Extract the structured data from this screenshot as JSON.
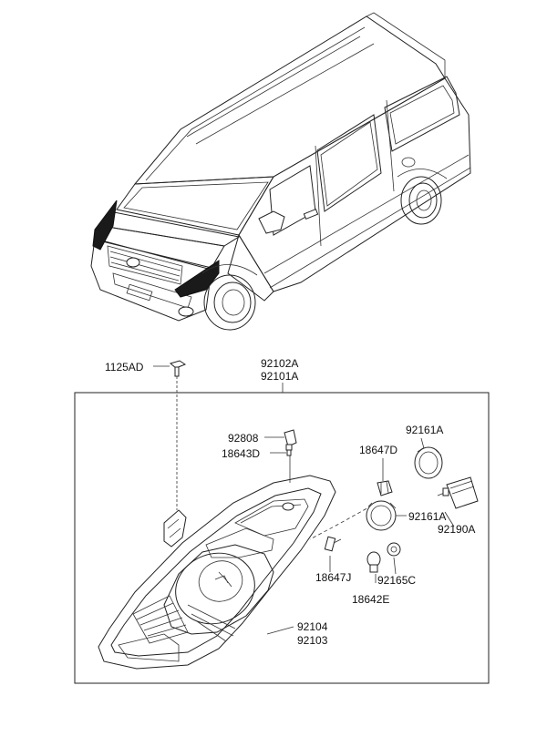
{
  "labels": {
    "p1125AD": "1125AD",
    "p92102A": "92102A",
    "p92101A": "92101A",
    "p92808": "92808",
    "p18643D": "18643D",
    "p18647D": "18647D",
    "p92161A_top": "92161A",
    "p92161A_mid": "92161A",
    "p92190A": "92190A",
    "p18647J": "18647J",
    "p92165C": "92165C",
    "p18642E": "18642E",
    "p92104": "92104",
    "p92103": "92103"
  },
  "colors": {
    "line": "#222222",
    "dark_lamp": "#1a1a1a",
    "background": "#ffffff"
  },
  "icons": {
    "vehicle": "van-illustration",
    "housing": "headlamp-housing",
    "bolt": "bolt-icon",
    "socket": "socket-icon",
    "bulb": "bulb-icon",
    "cap": "dust-cap-icon",
    "actuator": "leveling-actuator-icon"
  }
}
